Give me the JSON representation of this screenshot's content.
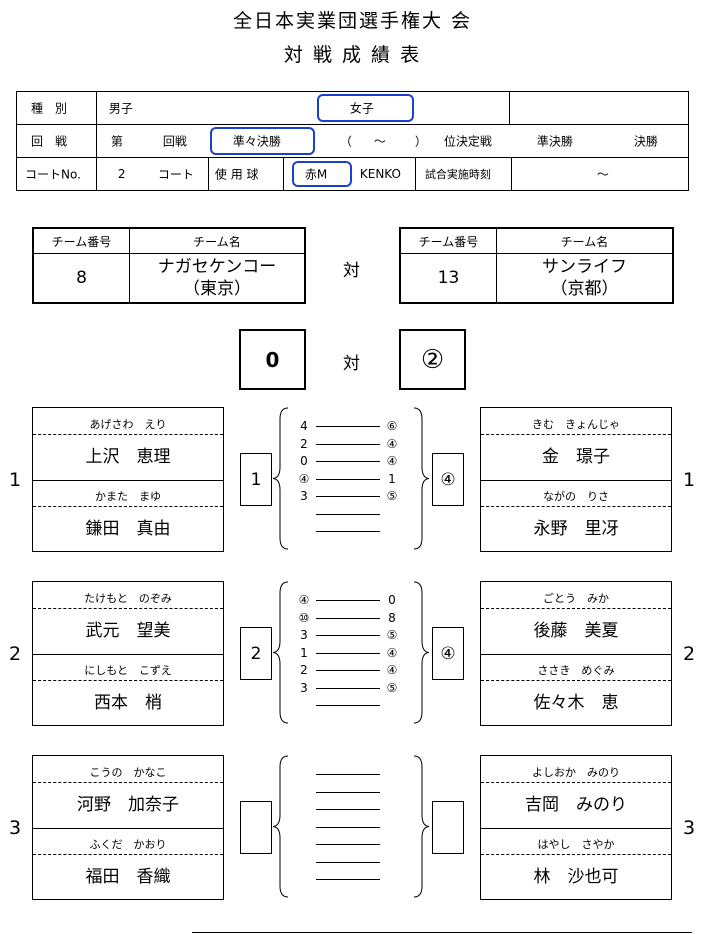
{
  "title": "全日本実業団選手権大 会",
  "subtitle": "対 戦 成 績 表",
  "info": {
    "category_label": "種　別",
    "men": "男子",
    "women": "女子",
    "round_label": "回　戦",
    "dai": "第",
    "kaisen": "回戦",
    "quarterfinal": "準々決勝",
    "paren_open": "（",
    "tilde": "～",
    "paren_close": "）",
    "placement": "位決定戦",
    "semifinal": "準決勝",
    "final": "決勝",
    "court_label": "コートNo.",
    "court_no": "2",
    "court": "コート",
    "ball_label": "使 用 球",
    "ball_red": "赤M",
    "ball_kenko": "KENKO",
    "time_label": "試合実施時刻",
    "time_value": "～"
  },
  "team_left": {
    "no_header": "チーム番号",
    "name_header": "チーム名",
    "no": "8",
    "name": "ナガセケンコー",
    "pref": "（東京）"
  },
  "team_right": {
    "no_header": "チーム番号",
    "name_header": "チーム名",
    "no": "13",
    "name": "サンライフ",
    "pref": "（京都）"
  },
  "vs": "対",
  "score": {
    "left": "0",
    "right": "②"
  },
  "matches": [
    {
      "num": "1",
      "left_players": [
        {
          "kana": "あげさわ　えり",
          "name": "上沢　恵理"
        },
        {
          "kana": "かまた　まゆ",
          "name": "鎌田　真由"
        }
      ],
      "right_players": [
        {
          "kana": "きむ　きょんじゃ",
          "name": "金　璟子"
        },
        {
          "kana": "ながの　りさ",
          "name": "永野　里冴"
        }
      ],
      "left_score": "1",
      "right_score": "④",
      "games": [
        [
          "4",
          "⑥"
        ],
        [
          "2",
          "④"
        ],
        [
          "0",
          "④"
        ],
        [
          "④",
          "1"
        ],
        [
          "3",
          "⑤"
        ],
        [
          "",
          ""
        ],
        [
          "",
          ""
        ]
      ]
    },
    {
      "num": "2",
      "left_players": [
        {
          "kana": "たけもと　のぞみ",
          "name": "武元　望美"
        },
        {
          "kana": "にしもと　こずえ",
          "name": "西本　梢"
        }
      ],
      "right_players": [
        {
          "kana": "ごとう　みか",
          "name": "後藤　美夏"
        },
        {
          "kana": "ささき　めぐみ",
          "name": "佐々木　恵"
        }
      ],
      "left_score": "2",
      "right_score": "④",
      "games": [
        [
          "④",
          "0"
        ],
        [
          "⑩",
          "8"
        ],
        [
          "3",
          "⑤"
        ],
        [
          "1",
          "④"
        ],
        [
          "2",
          "④"
        ],
        [
          "3",
          "⑤"
        ],
        [
          "",
          ""
        ]
      ]
    },
    {
      "num": "3",
      "left_players": [
        {
          "kana": "こうの　かなこ",
          "name": "河野　加奈子"
        },
        {
          "kana": "ふくだ　かおり",
          "name": "福田　香織"
        }
      ],
      "right_players": [
        {
          "kana": "よしおか　みのり",
          "name": "吉岡　みのり"
        },
        {
          "kana": "はやし　さやか",
          "name": "林　沙也可"
        }
      ],
      "left_score": "",
      "right_score": "",
      "games": [
        [
          "",
          ""
        ],
        [
          "",
          ""
        ],
        [
          "",
          ""
        ],
        [
          "",
          ""
        ],
        [
          "",
          ""
        ],
        [
          "",
          ""
        ],
        [
          "",
          ""
        ]
      ]
    }
  ]
}
